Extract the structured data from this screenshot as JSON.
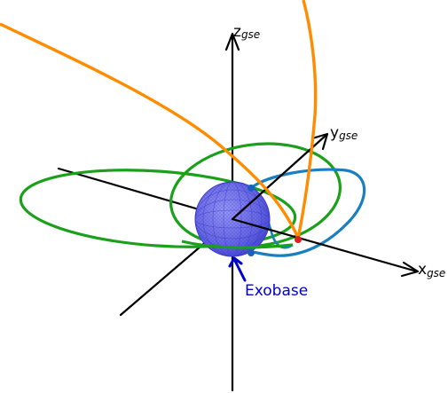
{
  "diagram": {
    "axes": {
      "z": {
        "label": "z",
        "subscript": "gse"
      },
      "y": {
        "label": "y",
        "subscript": "gse"
      },
      "x": {
        "label": "x",
        "subscript": "gse"
      }
    },
    "exobase_label": "Exobase",
    "colors": {
      "axes": "#000000",
      "orange_trajectory": "#ff8c00",
      "green_orbit": "#1aa01a",
      "blue_orbit": "#1a7fc0",
      "sphere_fill": "#6f6fe8",
      "sphere_mesh": "#3a3ad0",
      "exobase_text": "#0000cc",
      "intersection_marker": "#d62020",
      "blue_markers": "#1a5fc0"
    }
  }
}
